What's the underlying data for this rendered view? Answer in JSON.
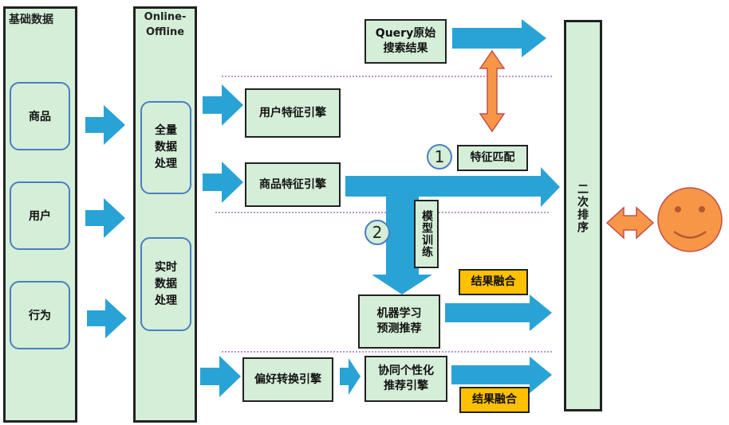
{
  "columns": {
    "base_title": "基础数据",
    "online_title": "Online-\nOffline",
    "rank_label": "二次排序"
  },
  "base_items": [
    "商品",
    "用户",
    "行为"
  ],
  "processing": {
    "full": "全量\n数据\n处理",
    "realtime": "实时\n数据\n处理"
  },
  "engines": {
    "query": "Query原始\n搜索结果",
    "user_feature": "用户特征引擎",
    "product_feature": "商品特征引擎",
    "feature_match": "特征匹配",
    "model_training": "模型训练",
    "ml_recommend": "机器学习\n预测推荐",
    "preference": "偏好转换引擎",
    "collab": "协同个性化\n推荐引擎",
    "fusion_1": "结果融合",
    "fusion_2": "结果融合"
  },
  "markers": {
    "one": "1",
    "two": "2"
  },
  "colors": {
    "arrow_blue": "#29a3d6",
    "orange": "#f79646",
    "panel_green": "#d4eed8",
    "yellow": "#ffc000",
    "divider_purple": "#7030a0"
  }
}
